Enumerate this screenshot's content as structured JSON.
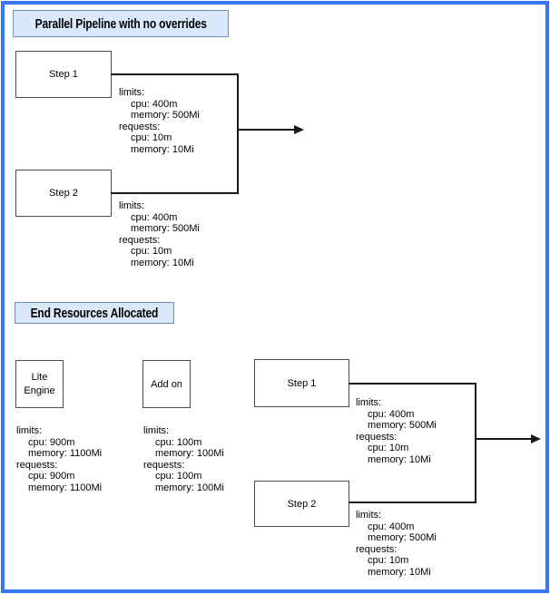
{
  "colors": {
    "frame_border": "#3579f6",
    "title_fill": "#dae8fc",
    "title_border": "#6c8ebf",
    "node_border": "#4d4d4d",
    "connector": "#191919"
  },
  "top_section": {
    "title": "Parallel Pipeline with no overrides",
    "step1_label": "Step 1",
    "step2_label": "Step 2",
    "step1_resources": [
      "limits:",
      "cpu: 400m",
      "memory: 500Mi",
      "requests:",
      "cpu: 10m",
      "memory: 10Mi"
    ],
    "step2_resources": [
      "limits:",
      "cpu: 400m",
      "memory: 500Mi",
      "requests:",
      "cpu: 10m",
      "memory: 10Mi"
    ]
  },
  "bottom_section": {
    "title": "End Resources Allocated",
    "lite_engine_label": [
      "Lite",
      "Engine"
    ],
    "addon_label": "Add on",
    "step1_label": "Step 1",
    "step2_label": "Step 2",
    "lite_engine_resources": [
      "limits:",
      "cpu: 900m",
      "memory: 1100Mi",
      "requests:",
      "cpu: 900m",
      "memory: 1100Mi"
    ],
    "addon_resources": [
      "limits:",
      "cpu: 100m",
      "memory: 100Mi",
      "requests:",
      "cpu: 100m",
      "memory: 100Mi"
    ],
    "step1_resources": [
      "limits:",
      "cpu: 400m",
      "memory: 500Mi",
      "requests:",
      "cpu: 10m",
      "memory: 10Mi"
    ],
    "step2_resources": [
      "limits:",
      "cpu: 400m",
      "memory: 500Mi",
      "requests:",
      "cpu: 10m",
      "memory: 10Mi"
    ]
  }
}
